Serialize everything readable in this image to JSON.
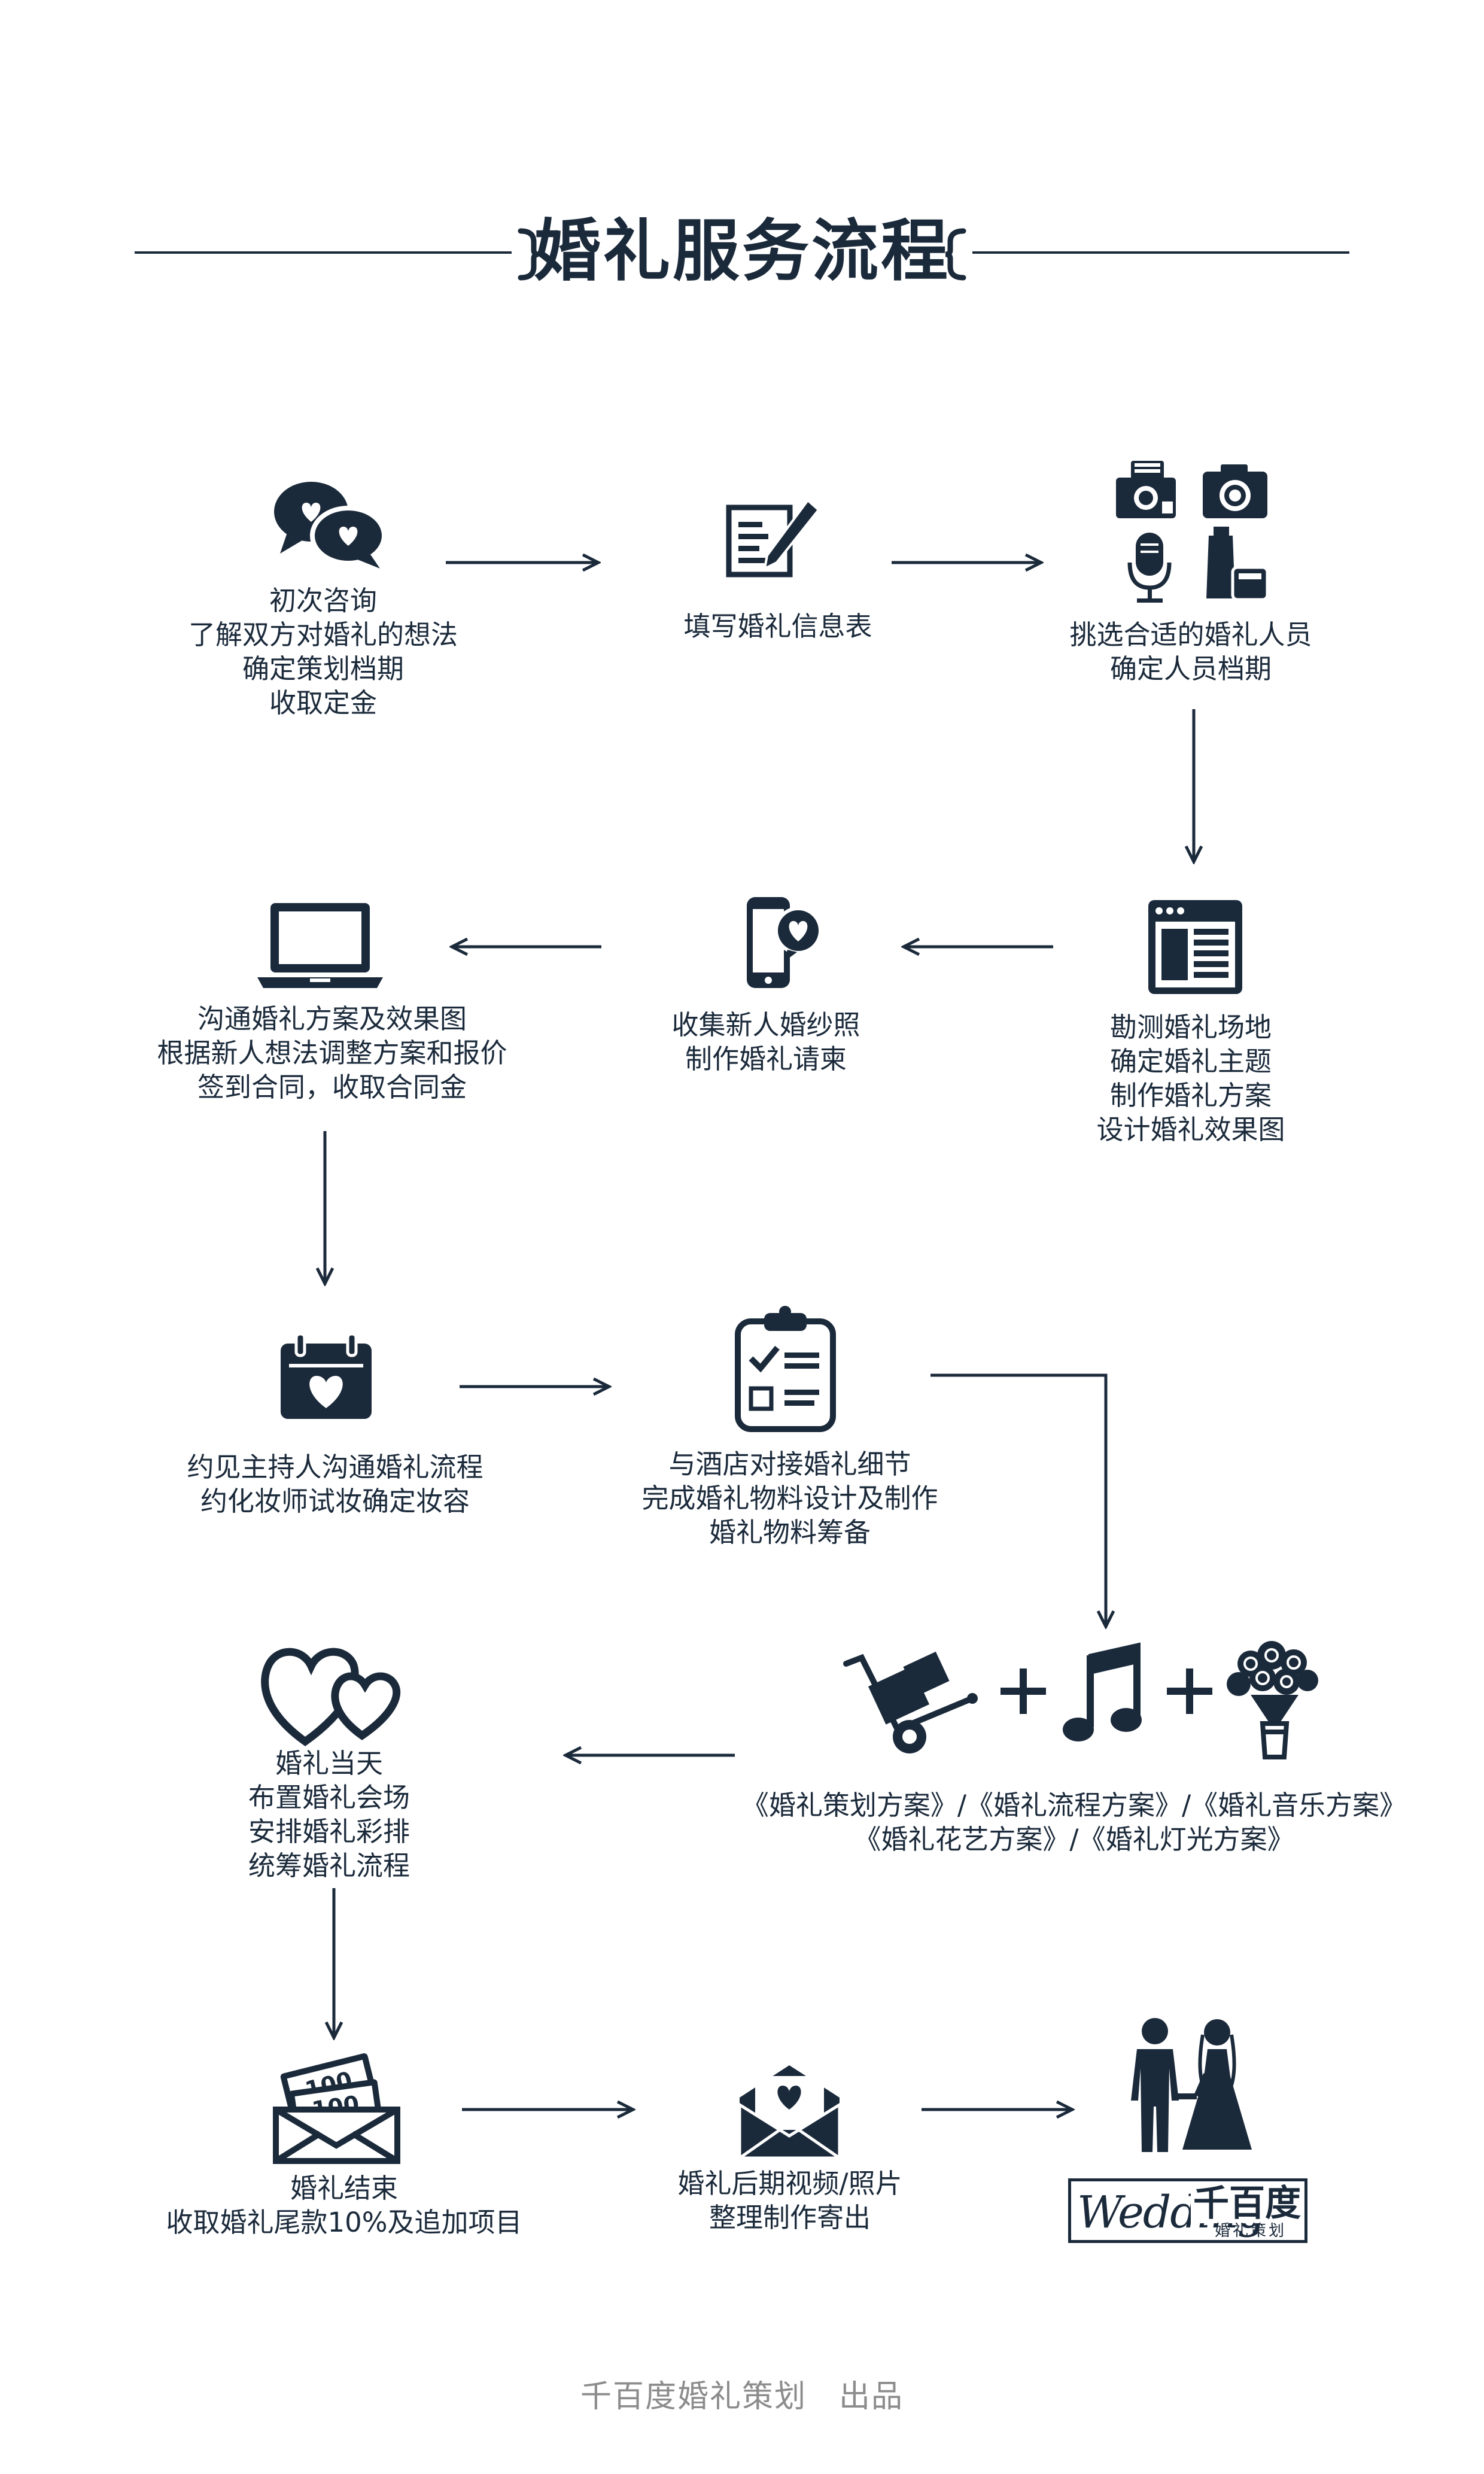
{
  "title": "婚礼服务流程",
  "steps": [
    {
      "lines": [
        "初次咨询",
        "了解双方对婚礼的想法",
        "确定策划档期",
        "收取定金"
      ],
      "icon": "chat-hearts-icon"
    },
    {
      "lines": [
        "填写婚礼信息表"
      ],
      "icon": "form-pen-icon"
    },
    {
      "lines": [
        "挑选合适的婚礼人员",
        "确定人员档期"
      ],
      "icon": "cameras-mic-cosmetics-icon"
    },
    {
      "lines": [
        "勘测婚礼场地",
        "确定婚礼主题",
        "制作婚礼方案",
        "设计婚礼效果图"
      ],
      "icon": "browser-layout-icon"
    },
    {
      "lines": [
        "收集新人婚纱照",
        "制作婚礼请柬"
      ],
      "icon": "phone-heart-icon"
    },
    {
      "lines": [
        "沟通婚礼方案及效果图",
        "根据新人想法调整方案和报价",
        "签到合同，收取合同金"
      ],
      "icon": "laptop-icon"
    },
    {
      "lines": [
        "约见主持人沟通婚礼流程",
        "约化妆师试妆确定妆容"
      ],
      "icon": "calendar-heart-icon"
    },
    {
      "lines": [
        "与酒店对接婚礼细节",
        "完成婚礼物料设计及制作",
        "婚礼物料筹备"
      ],
      "icon": "clipboard-checklist-icon"
    },
    {
      "lines": [
        "《婚礼策划方案》/《婚礼流程方案》/《婚礼音乐方案》",
        "《婚礼花艺方案》/《婚礼灯光方案》"
      ],
      "icon": "cart-music-bouquet-icon"
    },
    {
      "lines": [
        "婚礼当天",
        "布置婚礼会场",
        "安排婚礼彩排",
        "统筹婚礼流程"
      ],
      "icon": "double-hearts-icon"
    },
    {
      "lines": [
        "婚礼结束",
        "收取婚礼尾款10%及追加项目"
      ],
      "icon": "money-envelope-icon"
    },
    {
      "lines": [
        "婚礼后期视频/照片",
        "整理制作寄出"
      ],
      "icon": "heart-envelope-icon"
    },
    {
      "lines": [],
      "icon": "bride-groom-icon"
    }
  ],
  "logo": {
    "script": "Wedding",
    "name": "千百度",
    "sub": "婚礼策划"
  },
  "footer": "千百度婚礼策划　出品",
  "colors": {
    "primary": "#1b2a3b",
    "footer": "#8c8c8c",
    "background": "#ffffff"
  }
}
